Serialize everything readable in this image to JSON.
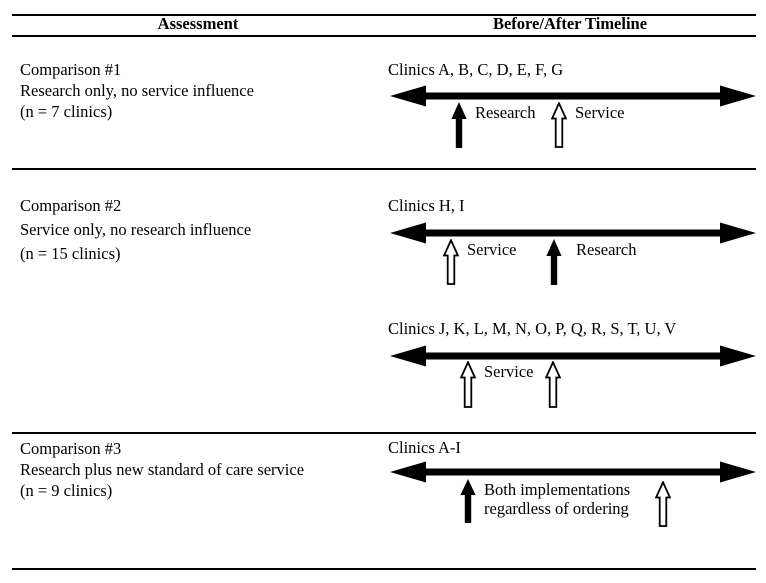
{
  "colors": {
    "ink": "#000000",
    "background": "#ffffff"
  },
  "table": {
    "columns": {
      "col1": "Assessment",
      "col2": "Before/After Timeline"
    }
  },
  "comparisons": [
    {
      "title": "Comparison #1",
      "description": "Research only, no service influence",
      "sample": "(n = 7 clinics)",
      "timelines": [
        {
          "clinics": "Clinics A, B, C, D, E, F, G",
          "markers": [
            {
              "type": "filled-up-arrow",
              "label": "Research"
            },
            {
              "type": "outline-up-arrow",
              "label": "Service"
            }
          ]
        }
      ]
    },
    {
      "title": "Comparison #2",
      "description": "Service only, no research influence",
      "sample": "(n = 15 clinics)",
      "timelines": [
        {
          "clinics": "Clinics H, I",
          "markers": [
            {
              "type": "outline-up-arrow",
              "label": "Service"
            },
            {
              "type": "filled-up-arrow",
              "label": "Research"
            }
          ]
        },
        {
          "clinics": "Clinics J, K, L, M, N, O, P, Q, R, S, T, U, V",
          "markers": [
            {
              "type": "outline-up-arrow",
              "label": "Service"
            },
            {
              "type": "outline-up-arrow",
              "label": ""
            }
          ]
        }
      ]
    },
    {
      "title": "Comparison #3",
      "description": "Research plus new standard of care service",
      "sample": "(n = 9 clinics)",
      "timelines": [
        {
          "clinics": "Clinics A-I",
          "markers": [
            {
              "type": "filled-up-arrow",
              "label": "Both implementations",
              "label2": "regardless of ordering"
            },
            {
              "type": "outline-up-arrow",
              "label": ""
            }
          ]
        }
      ]
    }
  ]
}
